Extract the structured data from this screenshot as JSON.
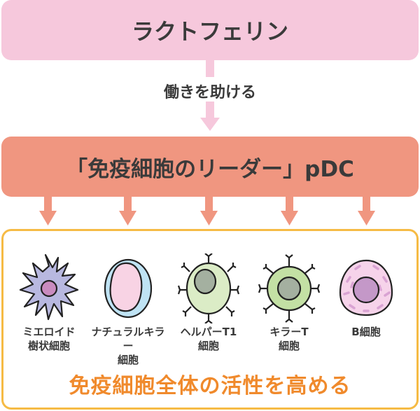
{
  "top_box": {
    "label": "ラクトフェリン"
  },
  "connector": {
    "label": "働きを助ける"
  },
  "middle_box": {
    "label": "「免疫細胞のリーダー」pDC"
  },
  "cells": [
    {
      "label": "ミエロイド\n樹状細胞"
    },
    {
      "label": "ナチュラルキラー\n細胞"
    },
    {
      "label": "ヘルパーT1\n細胞"
    },
    {
      "label": "キラーT\n細胞"
    },
    {
      "label": "B細胞"
    }
  ],
  "result": {
    "label": "免疫細胞全体の活性を高める"
  },
  "colors": {
    "top": "#f6c8dc",
    "middle": "#f09680",
    "panel_border": "#f6bb45",
    "result_text": "#f08a2c"
  }
}
